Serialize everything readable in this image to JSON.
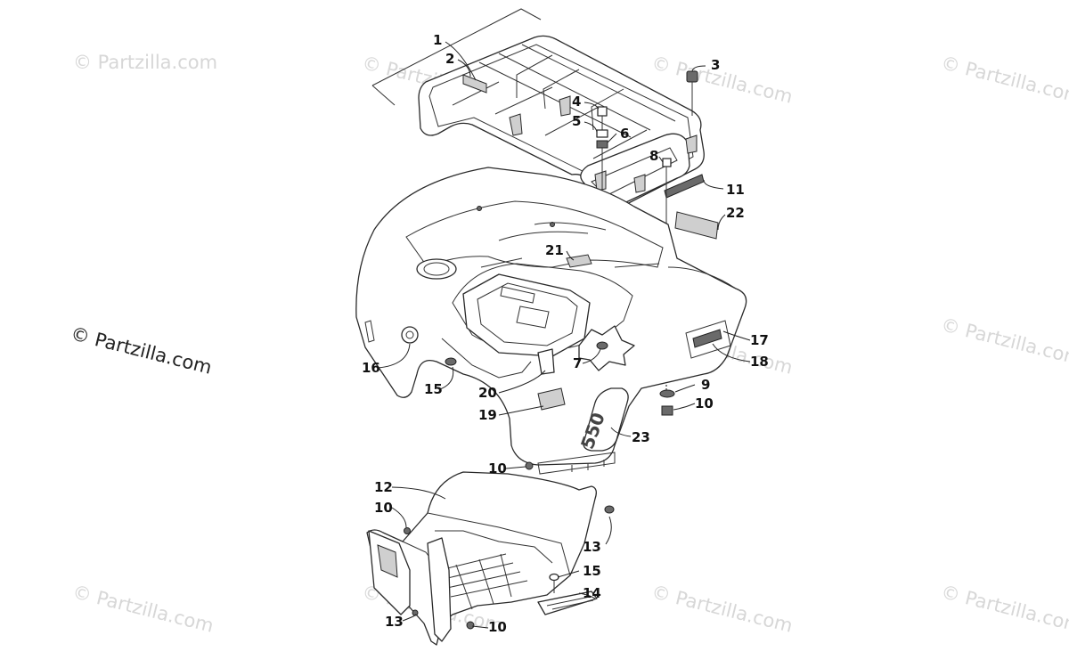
{
  "watermark": {
    "text": "© Partzilla.com"
  },
  "callouts": {
    "c1": "1",
    "c2": "2",
    "c3": "3",
    "c4": "4",
    "c5": "5",
    "c6": "6",
    "c7": "7",
    "c8": "8",
    "c9": "9",
    "c10a": "10",
    "c10b": "10",
    "c10c": "10",
    "c10d": "10",
    "c11": "11",
    "c12": "12",
    "c13a": "13",
    "c13b": "13",
    "c14": "14",
    "c15a": "15",
    "c15b": "15",
    "c16": "16",
    "c17": "17",
    "c18": "18",
    "c19": "19",
    "c20": "20",
    "c21": "21",
    "c22": "22",
    "c23": "23"
  },
  "fender_badge": {
    "text": "550"
  }
}
